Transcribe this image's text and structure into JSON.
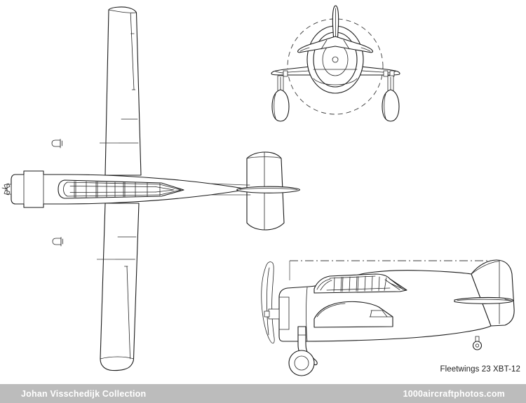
{
  "caption": {
    "text": "Fleetwings 23 XBT-12"
  },
  "footer": {
    "left_label": "Johan Visschedijk Collection",
    "right_label": "1000aircraftphotos.com",
    "background_color": "#bcbcbc",
    "text_color": "#ffffff"
  },
  "drawing": {
    "subject": "Fleetwings 23 XBT-12",
    "style": "three-view line drawing",
    "line_color": "#1a1a1a",
    "background_color": "#ffffff",
    "views": [
      {
        "name": "plan-view",
        "label": "top plan view",
        "position": "left"
      },
      {
        "name": "front-view",
        "label": "front elevation view",
        "position": "top-right"
      },
      {
        "name": "side-view",
        "label": "side profile view",
        "position": "bottom-right"
      }
    ]
  }
}
